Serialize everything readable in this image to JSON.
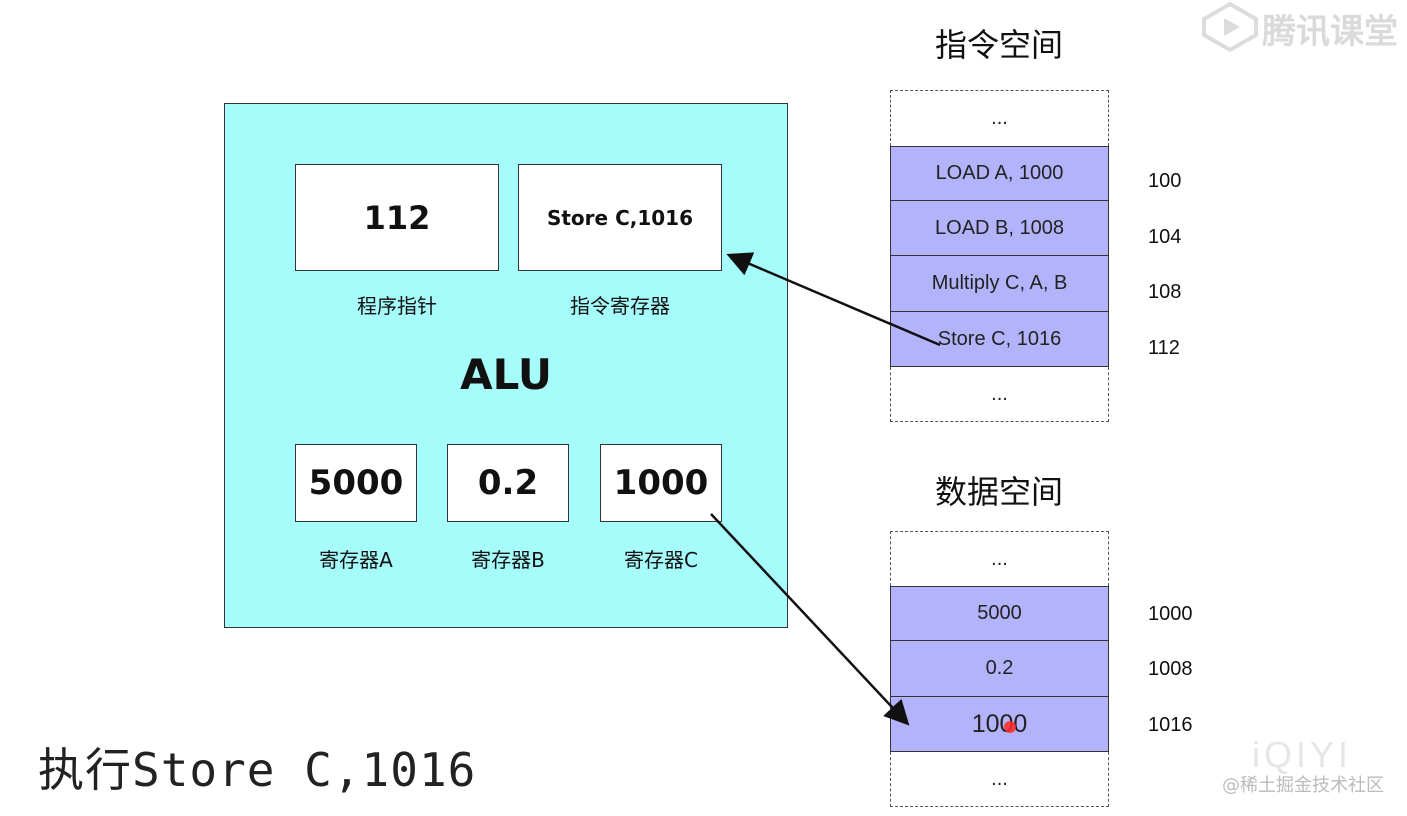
{
  "cpu": {
    "alu_label": "ALU",
    "program_counter": {
      "value": "112",
      "label": "程序指针"
    },
    "instruction_register": {
      "value": "Store C,1016",
      "label": "指令寄存器"
    },
    "registers": [
      {
        "value": "5000",
        "label": "寄存器A"
      },
      {
        "value": "0.2",
        "label": "寄存器B"
      },
      {
        "value": "1000",
        "label": "寄存器C"
      }
    ]
  },
  "instruction_space": {
    "title": "指令空间",
    "top_ellipsis": "...",
    "bottom_ellipsis": "...",
    "cells": [
      {
        "text": "LOAD A, 1000",
        "address": "100"
      },
      {
        "text": "LOAD B, 1008",
        "address": "104"
      },
      {
        "text": "Multiply C, A, B",
        "address": "108"
      },
      {
        "text": "Store C, 1016",
        "address": "112"
      }
    ]
  },
  "data_space": {
    "title": "数据空间",
    "top_ellipsis": "...",
    "bottom_ellipsis": "...",
    "cells": [
      {
        "text": "5000",
        "address": "1000"
      },
      {
        "text": "0.2",
        "address": "1008"
      },
      {
        "text": "1000",
        "address": "1016"
      }
    ]
  },
  "caption": "执行Store C,1016",
  "watermarks": {
    "brand": "腾讯课堂",
    "player": "iQIYI",
    "community": "@稀土掘金技术社区"
  },
  "colors": {
    "cpu_fill": "#a6fbfb",
    "memory_fill": "#b3b3fb",
    "border": "#333333"
  }
}
